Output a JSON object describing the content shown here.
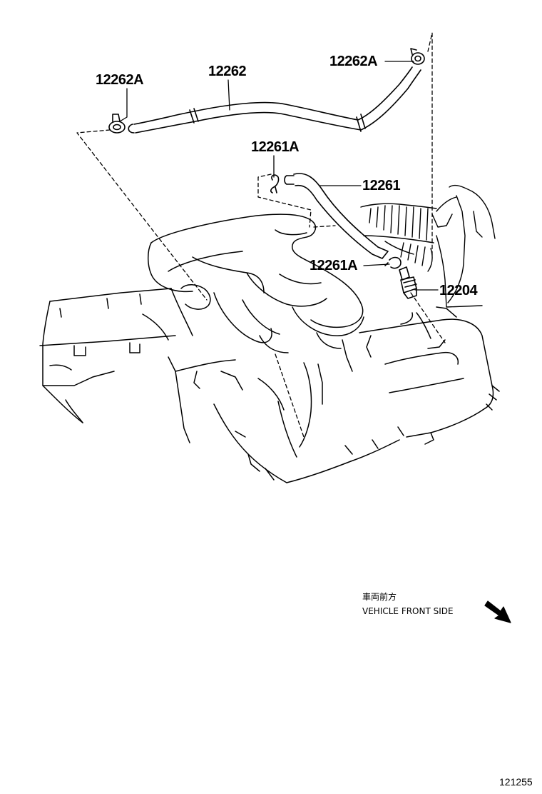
{
  "callouts": {
    "clamp_left": "12262A",
    "hose_upper": "12262",
    "clamp_right": "12262A",
    "clamp_upper_small": "12261A",
    "hose_lower": "12261",
    "clamp_lower_small": "12261A",
    "pcv_valve": "12204"
  },
  "direction_note": {
    "japanese": "車両前方",
    "english": "VEHICLE FRONT SIDE",
    "arrow_icon": "arrow-down-right-icon"
  },
  "illustration_id": "121255",
  "colors": {
    "line": "#000000",
    "background": "#ffffff"
  }
}
